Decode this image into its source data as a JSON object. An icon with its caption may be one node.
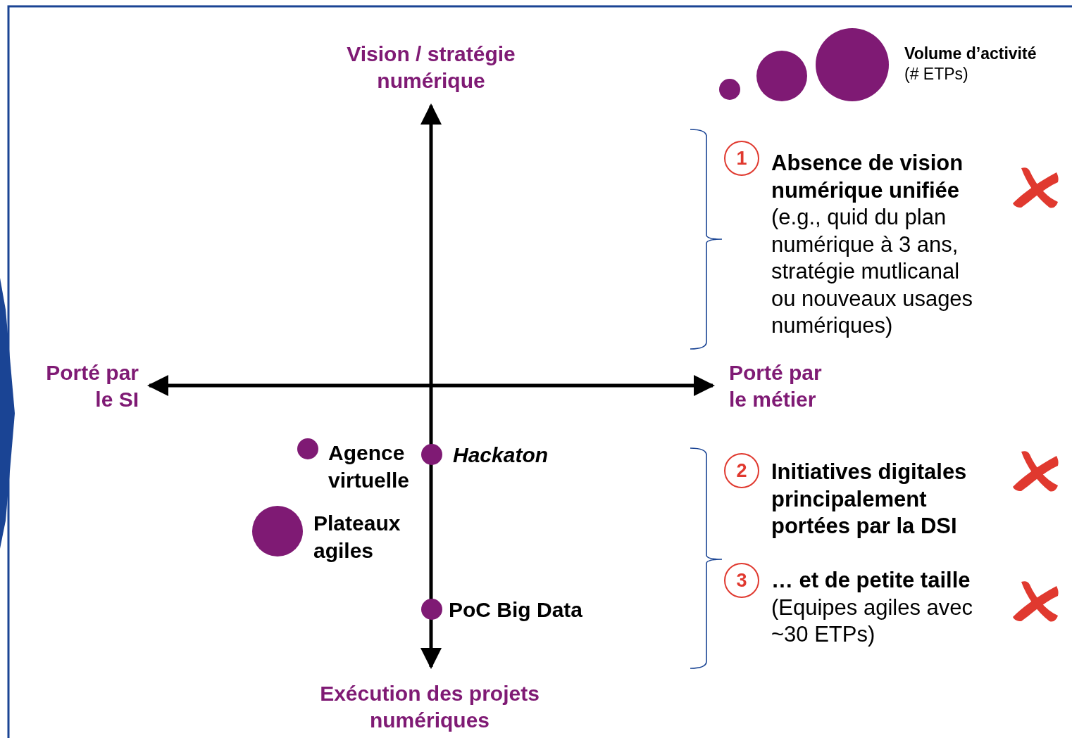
{
  "diagram": {
    "nodes": [
      {
        "text": [],
        "shape": "chevron"
      },
      {
        "text": [],
        "shape": "circle",
        "beside": [
          "Agence virtuelle"
        ]
      },
      {
        "text": [],
        "shape": "circle",
        "beside": [
          "Hackaton"
        ]
      },
      {
        "text": [],
        "shape": "circle",
        "beside": [
          "Plateaux agiles"
        ]
      },
      {
        "text": [],
        "shape": "circle",
        "beside": [
          "PoC Big Data"
        ]
      },
      {
        "text": [
          "1"
        ],
        "beside": [
          "**Absence de vision numérique unifiée** (e.g., quid du plan numérique à 3 ans, stratégie mutlicanal ou nouveaux usages numériques)"
        ]
      },
      {
        "text": [
          "2"
        ],
        "beside": [
          "Initiatives digitales principalement portées par la DSI"
        ]
      },
      {
        "text": [
          "3"
        ],
        "beside": [
          "**… et de petite taille** (Equipes agiles avec ~30 ETPs)"
        ]
      }
    ],
    "labels": [
      "Vision / stratégie numérique",
      "Porté par le SI",
      "Porté par le métier",
      "Exécution des projets numériques"
    ],
    "legend": [
      {
        "text": "**Volume d’activité** (# ETPs)"
      }
    ]
  }
}
